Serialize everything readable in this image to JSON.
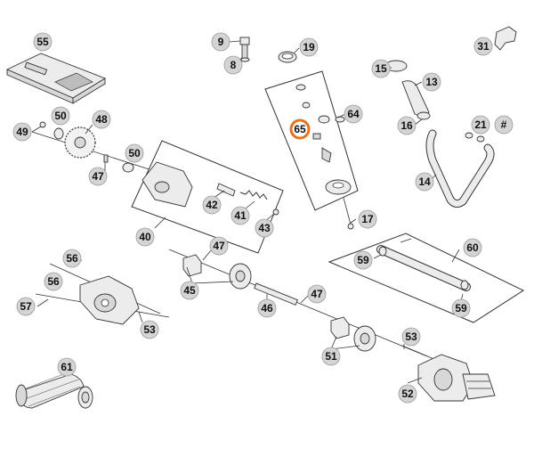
{
  "diagram": {
    "highlight_color": "#e8731f",
    "callouts": [
      {
        "id": "c55",
        "label": "55",
        "highlight": false
      },
      {
        "id": "c9",
        "label": "9",
        "highlight": false
      },
      {
        "id": "c8",
        "label": "8",
        "highlight": false
      },
      {
        "id": "c19",
        "label": "19",
        "highlight": false
      },
      {
        "id": "c31",
        "label": "31",
        "highlight": false
      },
      {
        "id": "c15",
        "label": "15",
        "highlight": false
      },
      {
        "id": "c13",
        "label": "13",
        "highlight": false
      },
      {
        "id": "c64",
        "label": "64",
        "highlight": false
      },
      {
        "id": "c65",
        "label": "65",
        "highlight": true
      },
      {
        "id": "c16",
        "label": "16",
        "highlight": false
      },
      {
        "id": "c21",
        "label": "21",
        "highlight": false
      },
      {
        "id": "chash",
        "label": "#",
        "highlight": false
      },
      {
        "id": "c49",
        "label": "49",
        "highlight": false
      },
      {
        "id": "c50a",
        "label": "50",
        "highlight": false
      },
      {
        "id": "c48",
        "label": "48",
        "highlight": false
      },
      {
        "id": "c50b",
        "label": "50",
        "highlight": false
      },
      {
        "id": "c47a",
        "label": "47",
        "highlight": false
      },
      {
        "id": "c14",
        "label": "14",
        "highlight": false
      },
      {
        "id": "c42",
        "label": "42",
        "highlight": false
      },
      {
        "id": "c41",
        "label": "41",
        "highlight": false
      },
      {
        "id": "c43",
        "label": "43",
        "highlight": false
      },
      {
        "id": "c17",
        "label": "17",
        "highlight": false
      },
      {
        "id": "c40",
        "label": "40",
        "highlight": false
      },
      {
        "id": "c47b",
        "label": "47",
        "highlight": false
      },
      {
        "id": "c60",
        "label": "60",
        "highlight": false
      },
      {
        "id": "c56a",
        "label": "56",
        "highlight": false
      },
      {
        "id": "c59a",
        "label": "59",
        "highlight": false
      },
      {
        "id": "c56b",
        "label": "56",
        "highlight": false
      },
      {
        "id": "c45",
        "label": "45",
        "highlight": false
      },
      {
        "id": "c47c",
        "label": "47",
        "highlight": false
      },
      {
        "id": "c59b",
        "label": "59",
        "highlight": false
      },
      {
        "id": "c57",
        "label": "57",
        "highlight": false
      },
      {
        "id": "c46",
        "label": "46",
        "highlight": false
      },
      {
        "id": "c53a",
        "label": "53",
        "highlight": false
      },
      {
        "id": "c53b",
        "label": "53",
        "highlight": false
      },
      {
        "id": "c51",
        "label": "51",
        "highlight": false
      },
      {
        "id": "c61",
        "label": "61",
        "highlight": false
      },
      {
        "id": "c52",
        "label": "52",
        "highlight": false
      }
    ]
  }
}
